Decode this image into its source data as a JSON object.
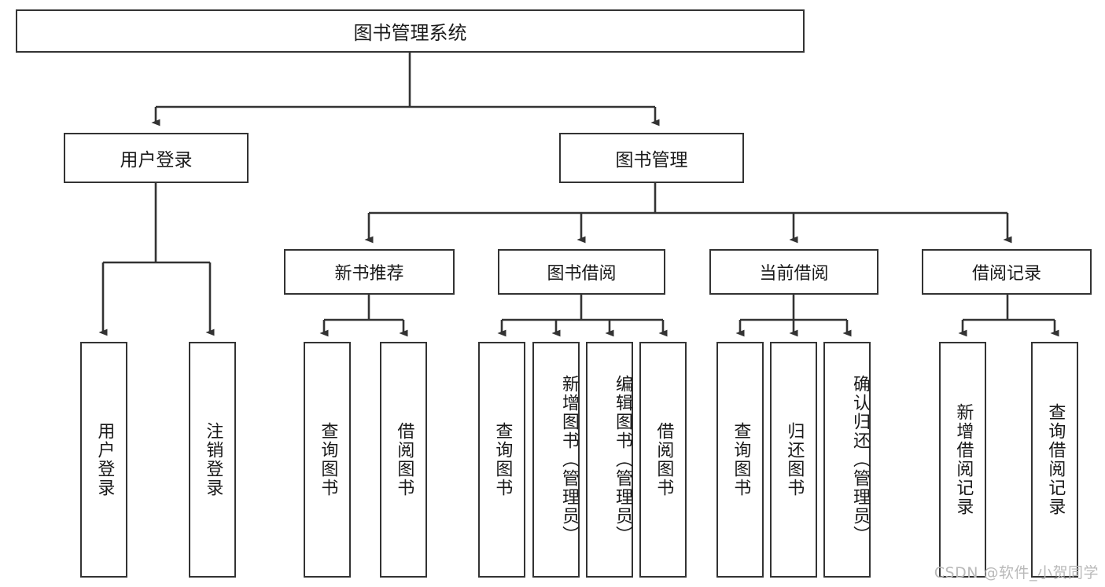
{
  "diagram": {
    "title_node": {
      "label": "图书管理系统"
    },
    "level1": [
      {
        "label": "用户登录"
      },
      {
        "label": "图书管理"
      }
    ],
    "level2": [
      {
        "label": "新书推荐"
      },
      {
        "label": "图书借阅"
      },
      {
        "label": "当前借阅"
      },
      {
        "label": "借阅记录"
      }
    ],
    "leaves": {
      "user_login": [
        {
          "label": "用户登录"
        },
        {
          "label": "注销登录"
        }
      ],
      "new_book_recommend": [
        {
          "label": "查询图书"
        },
        {
          "label": "借阅图书"
        }
      ],
      "book_borrow": [
        {
          "label": "查询图书"
        },
        {
          "label": "新增图书（管理员）"
        },
        {
          "label": "编辑图书（管理员）"
        },
        {
          "label": "借阅图书"
        }
      ],
      "current_borrow": [
        {
          "label": "查询图书"
        },
        {
          "label": "归还图书"
        },
        {
          "label": "确认归还（管理员）"
        }
      ],
      "borrow_record": [
        {
          "label": "新增借阅记录"
        },
        {
          "label": "查询借阅记录"
        }
      ]
    }
  },
  "watermark": {
    "text": "CSDN @软件_小贺同学"
  },
  "colors": {
    "border": "#333333",
    "background": "#ffffff",
    "text": "#1a1a1a",
    "watermark": "#b9b9b9"
  }
}
